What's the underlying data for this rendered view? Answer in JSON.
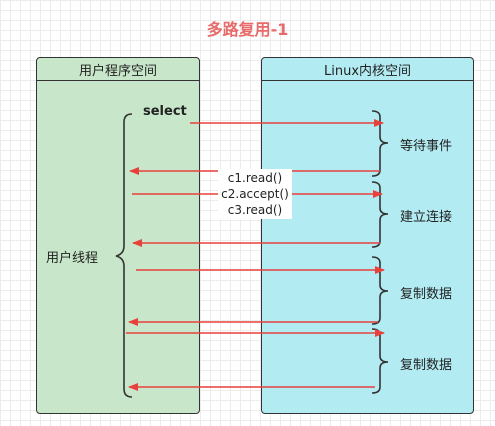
{
  "title": "多路复用-1",
  "user_space": {
    "title": "用户程序空间",
    "thread_label": "用户线程",
    "select_label": "select"
  },
  "kernel_space": {
    "title": "Linux内核空间",
    "phases": [
      "等待事件",
      "建立连接",
      "复制数据",
      "复制数据"
    ]
  },
  "calls": [
    "c1.read()",
    "c2.accept()",
    "c3.read()"
  ],
  "colors": {
    "arrow": "#e8413c",
    "user_bg": "#c8e6c9",
    "kernel_bg": "#b2ebf2",
    "title": "#e86a6a"
  }
}
